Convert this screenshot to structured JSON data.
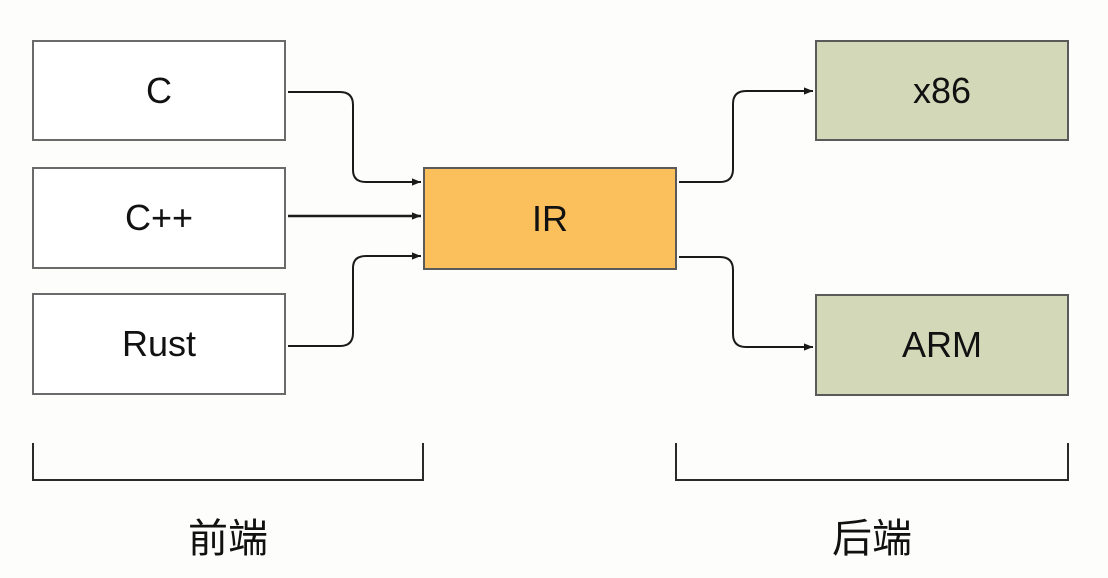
{
  "frontend": {
    "sources": [
      "C",
      "C++",
      "Rust"
    ],
    "label": "前端"
  },
  "ir": {
    "label": "IR"
  },
  "backend": {
    "targets": [
      "x86",
      "ARM"
    ],
    "label": "后端"
  },
  "colors": {
    "source_fill": "#ffffff",
    "ir_fill": "#fbbf5c",
    "target_fill": "#d3d8b8",
    "stroke": "#1a1a1a",
    "box_border": "#6a6a6a"
  }
}
